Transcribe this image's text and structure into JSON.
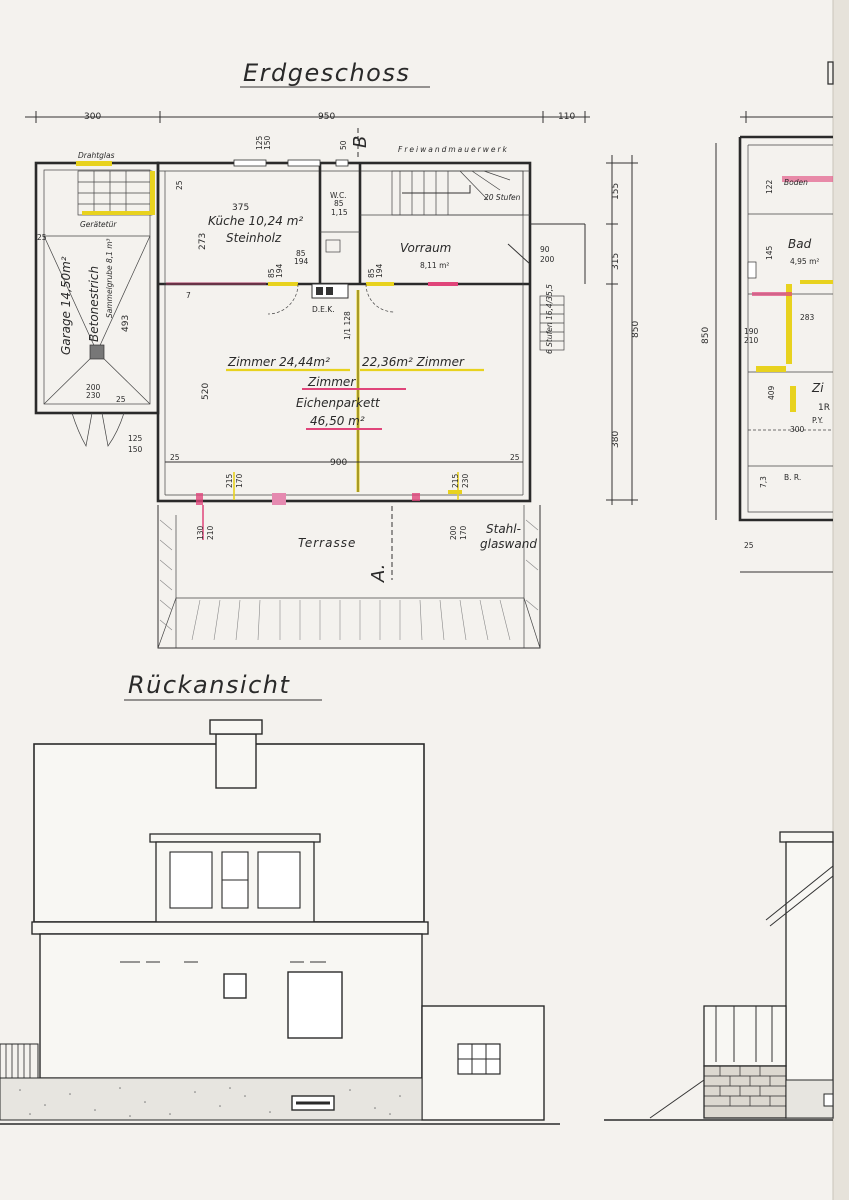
{
  "titles": {
    "floor_plan": "Erdgeschoss",
    "rear_view": "Rückansicht",
    "section_b": "B",
    "section_a": "A."
  },
  "dimensions": {
    "top_left": "300",
    "top_mid": "950",
    "top_right": "110",
    "right_155": "155",
    "right_315": "315",
    "right_380": "380",
    "right_850": "850",
    "left_273": "273",
    "left_520": "520",
    "bottom_900": "900",
    "d25a": "25",
    "d25b": "25",
    "d25c": "25",
    "d25d": "25",
    "d25e": "25",
    "d7": "7",
    "k375": "375",
    "k85a": "85",
    "k194a": "194",
    "k85b": "85",
    "k194b": "194",
    "k85c": "85",
    "k194c": "194",
    "wc85": "85",
    "wc115": "1,15",
    "wc_top": "50",
    "v90": "90",
    "v200": "200",
    "d125a": "125",
    "d150a": "150",
    "d125b": "125",
    "d150b": "150",
    "d215a": "215",
    "d170a": "170",
    "d130": "130",
    "d210": "210",
    "d215b": "215",
    "d230": "230",
    "d200b": "200",
    "d170b": "170",
    "g493": "493",
    "g200": "200",
    "g230": "230",
    "g25": "25",
    "stair_info": "6 Stufen 16,4/35,5"
  },
  "rooms": {
    "drahtglas": "Drahtglas",
    "freiwand": "Freiwandmauerwerk",
    "kueche": "Küche 10,24 m²",
    "steinholz": "Steinholz",
    "wc": "W.C.",
    "stufen": "20 Stufen",
    "vorraum": "Vorraum",
    "vorraum_area": "8,11 m²",
    "dek": "D.E.K.",
    "chimney": "1/1 128",
    "zimmer_left": "Zimmer 24,44m²",
    "zimmer_right": "22,36m² Zimmer",
    "zimmer": "Zimmer",
    "eichenparkett": "Eichenparkett",
    "area_total": "46,50 m²",
    "garage": "Garage 14,50m²",
    "betonestrich": "Betonestrich",
    "sammelgrube": "Sammelgrube 8,1 m³",
    "geraetetuer": "Gerätetür",
    "terrasse": "Terrasse",
    "stahl": "Stahl-",
    "glaswand": "glaswand"
  },
  "right_plan": {
    "boden": "Boden",
    "bad": "Bad",
    "bad_area": "4,95 m²",
    "zi": "Zi",
    "d283": "283",
    "d300": "300",
    "d190": "190",
    "d210": "210",
    "d145": "145",
    "d122": "122",
    "d409": "409",
    "d850": "850",
    "d25": "25",
    "d73": "7,3",
    "br": "B. R.",
    "py": "P.Y.",
    "d1r": "1R"
  },
  "colors": {
    "paper": "#f4f2ee",
    "line": "#2a2a2a",
    "highlight_yellow": "#e8d21e",
    "highlight_red": "#e0457a",
    "marker_pink": "#e58ab0"
  }
}
